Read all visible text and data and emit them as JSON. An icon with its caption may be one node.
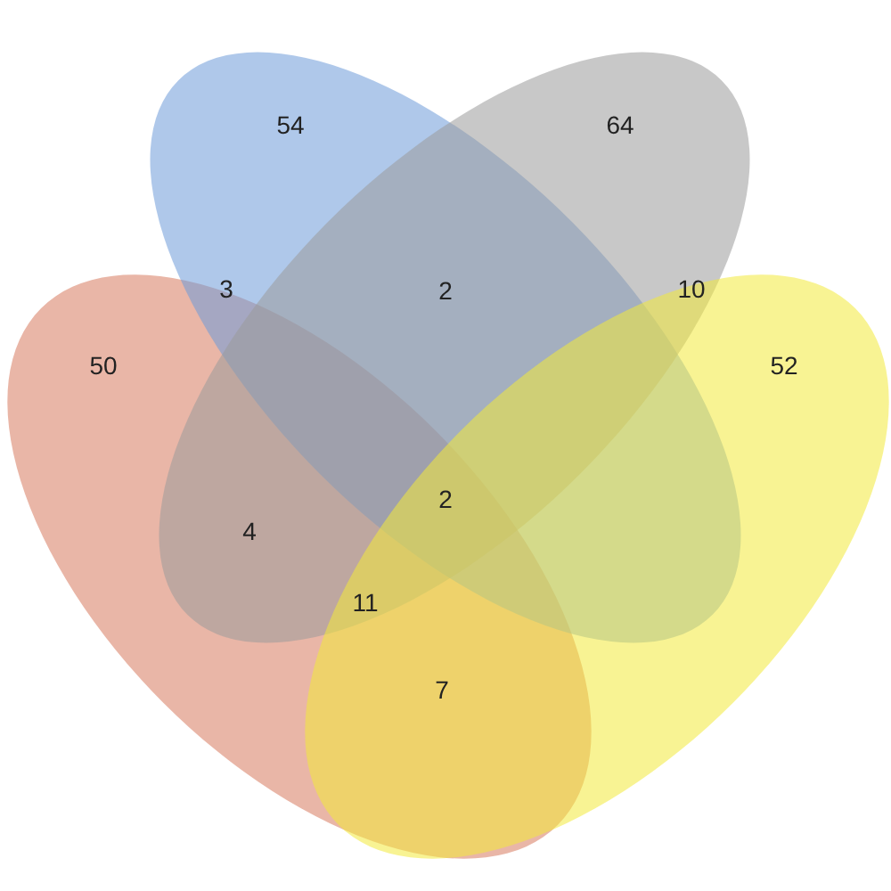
{
  "diagram": {
    "nodes": [
      {
        "text": [],
        "shape": "ellipse"
      },
      {
        "text": [],
        "shape": "ellipse"
      },
      {
        "text": [],
        "shape": "ellipse"
      },
      {
        "text": [],
        "shape": "ellipse"
      }
    ],
    "labels": [
      "54",
      "64",
      "3",
      "2",
      "10",
      "50",
      "52",
      "2",
      "4",
      "11",
      "7"
    ]
  }
}
